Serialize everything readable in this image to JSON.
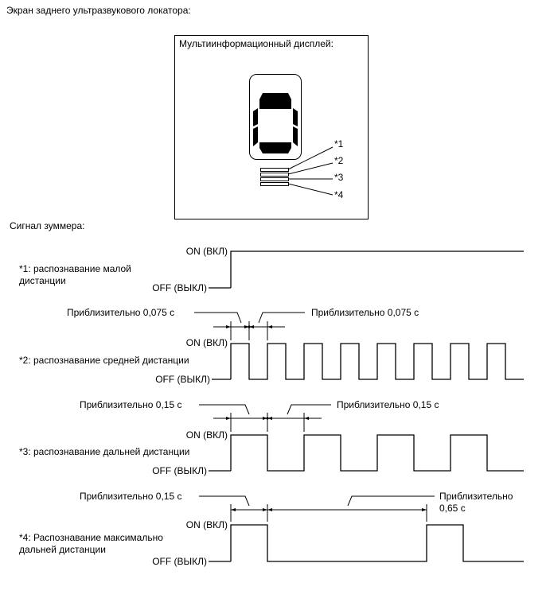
{
  "title": "Экран заднего ультразвукового локатора:",
  "display": {
    "label": "Мультиинформационный дисплей:",
    "markers": [
      "*1",
      "*2",
      "*3",
      "*4"
    ]
  },
  "buzzer_title": "Сигнал зуммера:",
  "on_label": "ON (ВКЛ)",
  "off_label": "OFF (ВЫКЛ)",
  "sections": [
    {
      "desc": [
        "*1: распознавание малой",
        "дистанции"
      ]
    },
    {
      "desc": [
        "*2: распознавание средней дистанции"
      ],
      "ann_left": "Приблизительно 0,075 с",
      "ann_right": "Приблизительно 0,075 с"
    },
    {
      "desc": [
        "*3: распознавание дальней дистанции"
      ],
      "ann_left": "Приблизительно 0,15 с",
      "ann_right": "Приблизительно 0,15 с"
    },
    {
      "desc": [
        "*4: Распознавание максимально",
        "дальней дистанции"
      ],
      "ann_left": "Приблизительно 0,15 с",
      "ann_right": [
        "Приблизительно",
        "0,65 с"
      ]
    }
  ]
}
